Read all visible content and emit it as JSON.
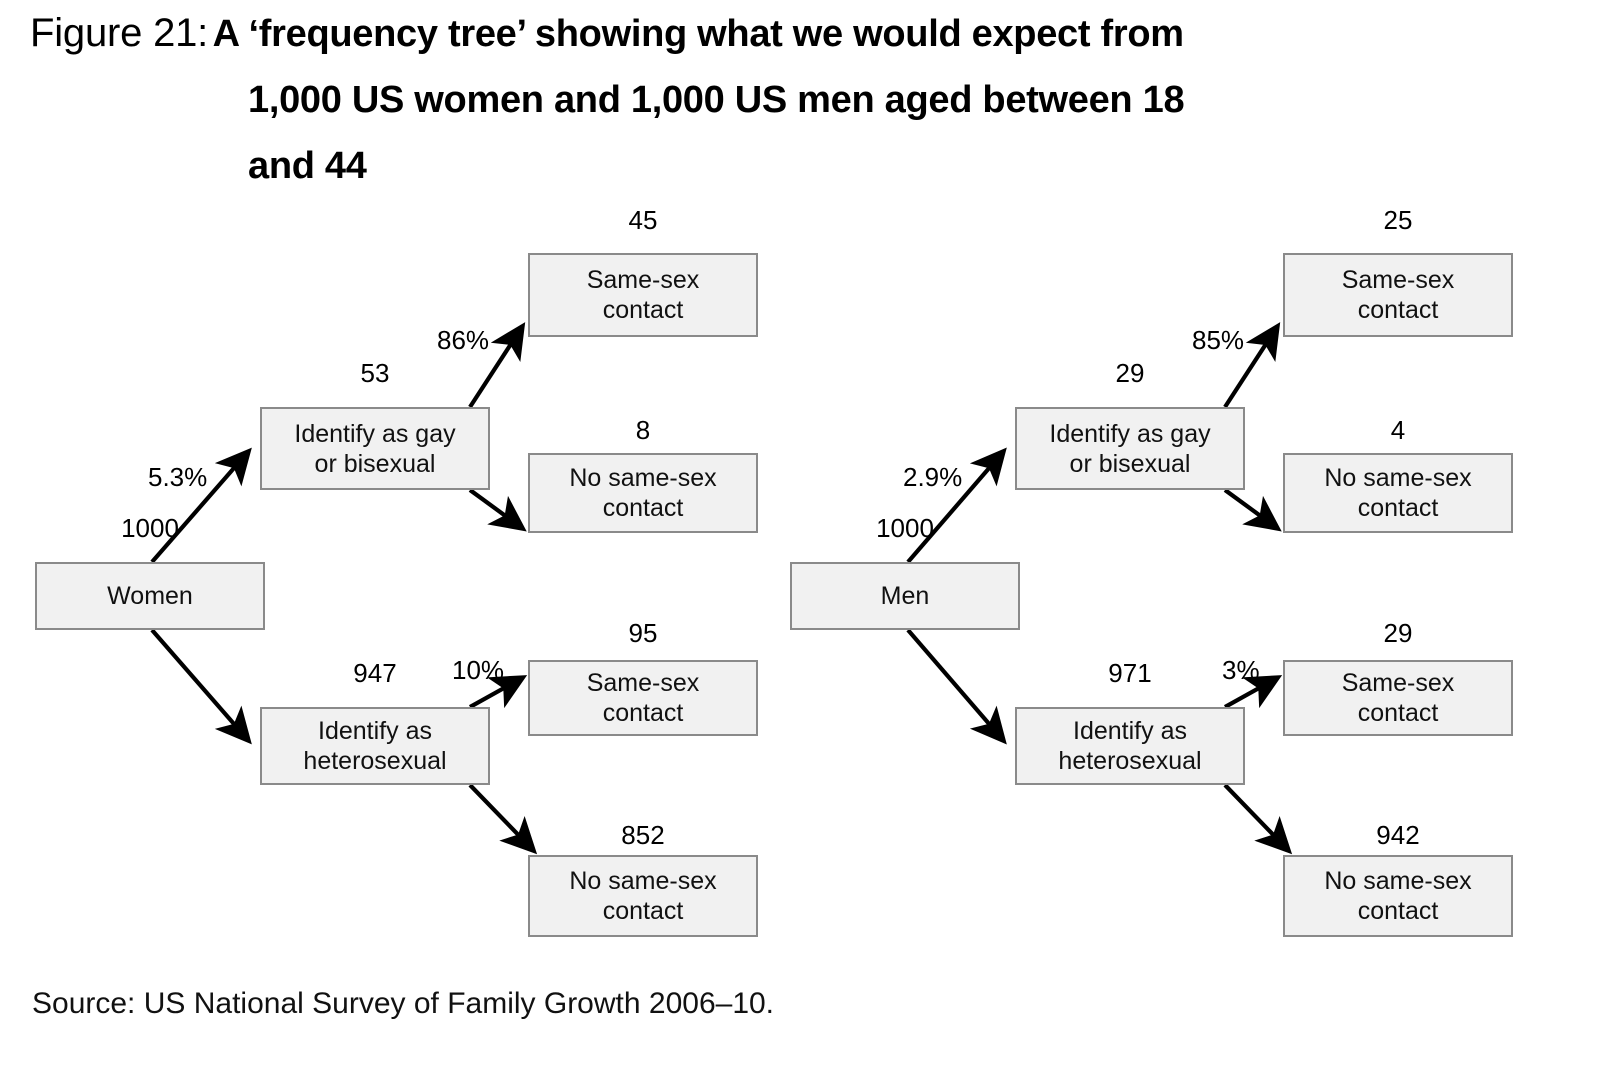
{
  "figure": {
    "label": "Figure 21:",
    "title_line1": "A ‘frequency tree’ showing what we would expect from",
    "title_line2": "1,000 US women and 1,000 US men aged between 18",
    "title_line3": "and 44",
    "source": "Source: US National Survey of Family Growth 2006–10."
  },
  "colors": {
    "box_fill": "#f1f1f1",
    "box_border": "#8a8a8a",
    "text": "#111111",
    "arrow": "#000000",
    "background": "#ffffff"
  },
  "chart_data": {
    "type": "diagram",
    "subtype": "frequency-tree",
    "title": "A ‘frequency tree’ showing what we would expect from 1,000 US women and 1,000 US men aged between 18 and 44",
    "source": "US National Survey of Family Growth 2006–10",
    "trees": [
      {
        "id": "women",
        "root": {
          "count": "1000",
          "label": "Women"
        },
        "branches": [
          {
            "id": "women-gay-bi",
            "percent": "5.3%",
            "count": "53",
            "label_line1": "Identify as gay",
            "label_line2": "or bisexual",
            "leaves": [
              {
                "percent": "86%",
                "count": "45",
                "label_line1": "Same-sex",
                "label_line2": "contact"
              },
              {
                "percent": "",
                "count": "8",
                "label_line1": "No same-sex",
                "label_line2": "contact"
              }
            ]
          },
          {
            "id": "women-hetero",
            "percent": "",
            "count": "947",
            "label_line1": "Identify as",
            "label_line2": "heterosexual",
            "leaves": [
              {
                "percent": "10%",
                "count": "95",
                "label_line1": "Same-sex",
                "label_line2": "contact"
              },
              {
                "percent": "",
                "count": "852",
                "label_line1": "No same-sex",
                "label_line2": "contact"
              }
            ]
          }
        ]
      },
      {
        "id": "men",
        "root": {
          "count": "1000",
          "label": "Men"
        },
        "branches": [
          {
            "id": "men-gay-bi",
            "percent": "2.9%",
            "count": "29",
            "label_line1": "Identify as gay",
            "label_line2": "or bisexual",
            "leaves": [
              {
                "percent": "85%",
                "count": "25",
                "label_line1": "Same-sex",
                "label_line2": "contact"
              },
              {
                "percent": "",
                "count": "4",
                "label_line1": "No same-sex",
                "label_line2": "contact"
              }
            ]
          },
          {
            "id": "men-hetero",
            "percent": "",
            "count": "971",
            "label_line1": "Identify as",
            "label_line2": "heterosexual",
            "leaves": [
              {
                "percent": "3%",
                "count": "29",
                "label_line1": "Same-sex",
                "label_line2": "contact"
              },
              {
                "percent": "",
                "count": "942",
                "label_line1": "No same-sex",
                "label_line2": "contact"
              }
            ]
          }
        ]
      }
    ]
  }
}
